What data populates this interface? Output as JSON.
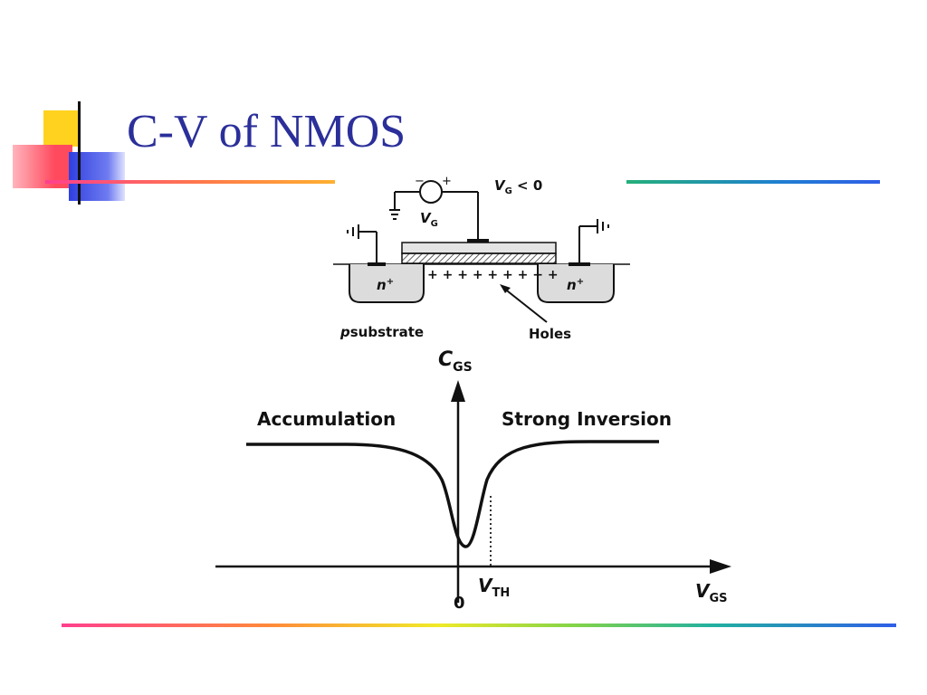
{
  "slide": {
    "title": "C-V of NMOS",
    "accent_colors": {
      "yellow": "#ffd21f",
      "red": "#ff4a5e",
      "blue": "#2f3fe0",
      "title": "#2b2f9a"
    }
  },
  "mos_diagram": {
    "source_symbol_sign": "+",
    "source_symbol_minus": "−",
    "source_label": "V",
    "source_label_sub": "G",
    "condition_label": "V",
    "condition_label_sub": "G",
    "condition_label_rest": " < 0",
    "left_diffusion": "n",
    "left_diffusion_sup": "+",
    "right_diffusion": "n",
    "right_diffusion_sup": "+",
    "holes_row": "+ + + + + + + + +",
    "substrate_label_italic": "p",
    "substrate_label_rest": "substrate",
    "holes_label": "Holes"
  },
  "cv_plot": {
    "y_axis_label": "C",
    "y_axis_label_sub": "GS",
    "x_axis_label": "V",
    "x_axis_label_sub": "GS",
    "origin_label": "0",
    "threshold_label": "V",
    "threshold_label_sub": "TH",
    "left_region_label": "Accumulation",
    "right_region_label": "Strong Inversion"
  }
}
